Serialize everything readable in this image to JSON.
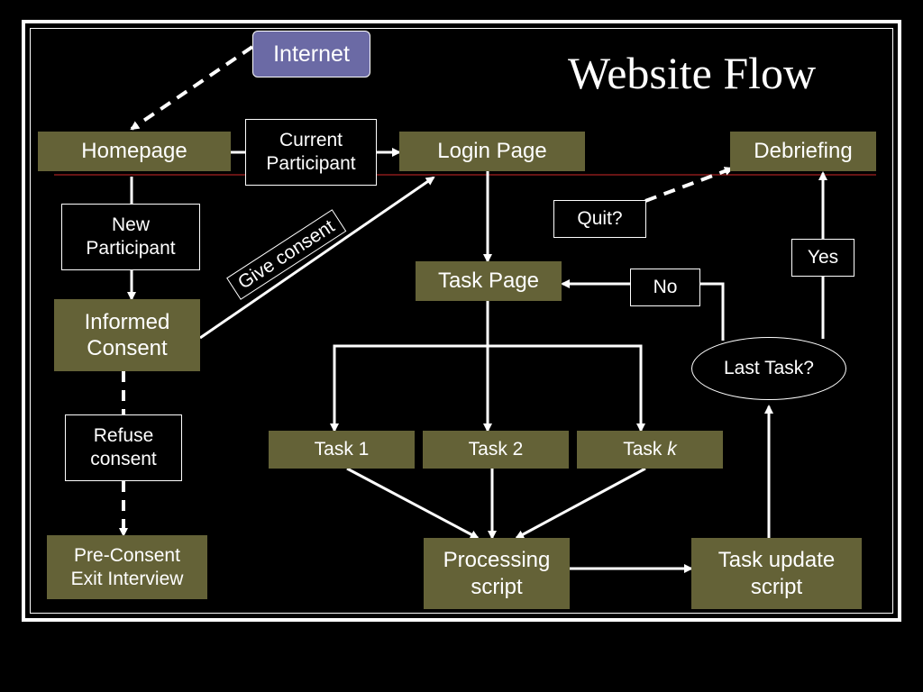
{
  "title": "Website Flow",
  "nodes": {
    "internet": "Internet",
    "homepage": "Homepage",
    "current_participant": "Current\nParticipant",
    "login_page": "Login Page",
    "debriefing": "Debriefing",
    "new_participant": "New\nParticipant",
    "informed_consent": "Informed\nConsent",
    "give_consent": "Give consent",
    "quit": "Quit?",
    "task_page": "Task Page",
    "no": "No",
    "yes": "Yes",
    "last_task": "Last Task?",
    "refuse_consent": "Refuse\nconsent",
    "task1": "Task 1",
    "task2": "Task 2",
    "taskk_prefix": "Task ",
    "taskk_var": "k",
    "pre_consent": "Pre-Consent\nExit Interview",
    "processing_script": "Processing\nscript",
    "task_update_script": "Task update\nscript"
  },
  "colors": {
    "background": "#000000",
    "node_fill": "#646237",
    "internet_fill": "#6b6aa5",
    "line": "#ffffff",
    "divider": "#8b1a1a"
  }
}
